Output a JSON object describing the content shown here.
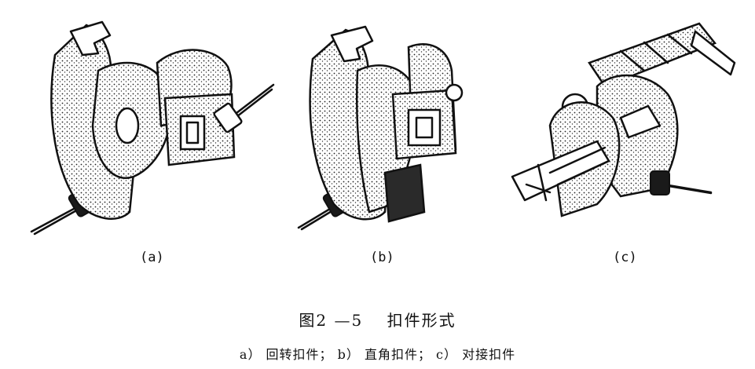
{
  "figure": {
    "number_title": "图2 —5　 扣件形式",
    "caption": "a） 回转扣件； b） 直角扣件； c） 对接扣件"
  },
  "panels": [
    {
      "label": "(a)"
    },
    {
      "label": "(b)"
    },
    {
      "label": "(c)"
    }
  ]
}
